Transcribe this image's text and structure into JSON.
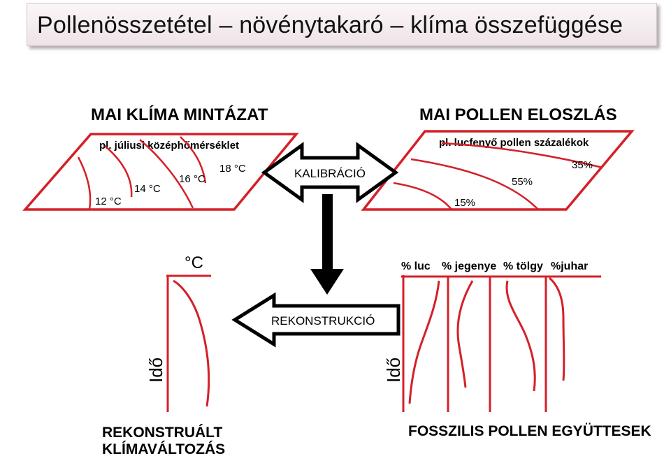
{
  "title": "Pollenösszetétel – növénytakaró – klíma összefüggése",
  "climate_map": {
    "heading": "MAI KLÍMA MINTÁZAT",
    "subtitle": "pl. júliusi középhőmérséklet",
    "isotherms": [
      "12 °C",
      "14 °C",
      "16 °C",
      "18 °C"
    ]
  },
  "pollen_map": {
    "heading": "MAI POLLEN ELOSZLÁS",
    "subtitle": "pl. lucfenyő pollen százalékok",
    "isolines": [
      "15%",
      "55%",
      "35%"
    ]
  },
  "calibration_arrow": {
    "label": "KALIBRÁCIÓ"
  },
  "reconstruction_arrow": {
    "label": "REKONSTRUKCIÓ"
  },
  "reconstructed_curve": {
    "unit": "°C",
    "time_label": "Idő",
    "caption_line1": "REKONSTRUÁLT",
    "caption_line2": "KLÍMAVÁLTOZÁS"
  },
  "fossil_diagram": {
    "columns": [
      "% luc",
      "% jegenye",
      "% tölgy",
      "%juhar"
    ],
    "time_label": "Idő",
    "caption": "FOSSZILIS POLLEN EGYÜTTESEK"
  },
  "colors": {
    "line_red": "#d42028",
    "text": "#000000"
  }
}
